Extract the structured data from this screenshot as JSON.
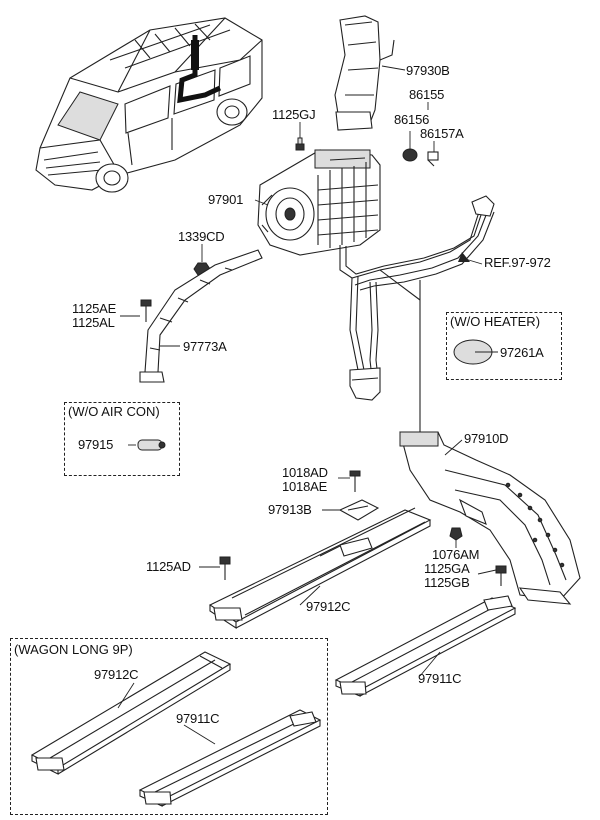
{
  "labels": {
    "p97930B": "97930B",
    "p86155": "86155",
    "p86156": "86156",
    "p86157A": "86157A",
    "p1125GJ": "1125GJ",
    "p97901": "97901",
    "p1339CD": "1339CD",
    "pRef": "REF.97-972",
    "p1125AE": "1125AE",
    "p1125AL": "1125AL",
    "p97773A": "97773A",
    "p97261A": "97261A",
    "p97915": "97915",
    "p97910D": "97910D",
    "p1018AD": "1018AD",
    "p1018AE": "1018AE",
    "p97913B": "97913B",
    "p1125AD": "1125AD",
    "p97912C": "97912C",
    "p1076AM": "1076AM",
    "p1125GA": "1125GA",
    "p1125GB": "1125GB",
    "p97911C": "97911C",
    "p97912C_wagon": "97912C",
    "p97911C_wagon": "97911C"
  },
  "boxes": {
    "wo_heater": "(W/O HEATER)",
    "wo_air_con": "(W/O AIR CON)",
    "wagon_long": "(WAGON LONG 9P)"
  }
}
